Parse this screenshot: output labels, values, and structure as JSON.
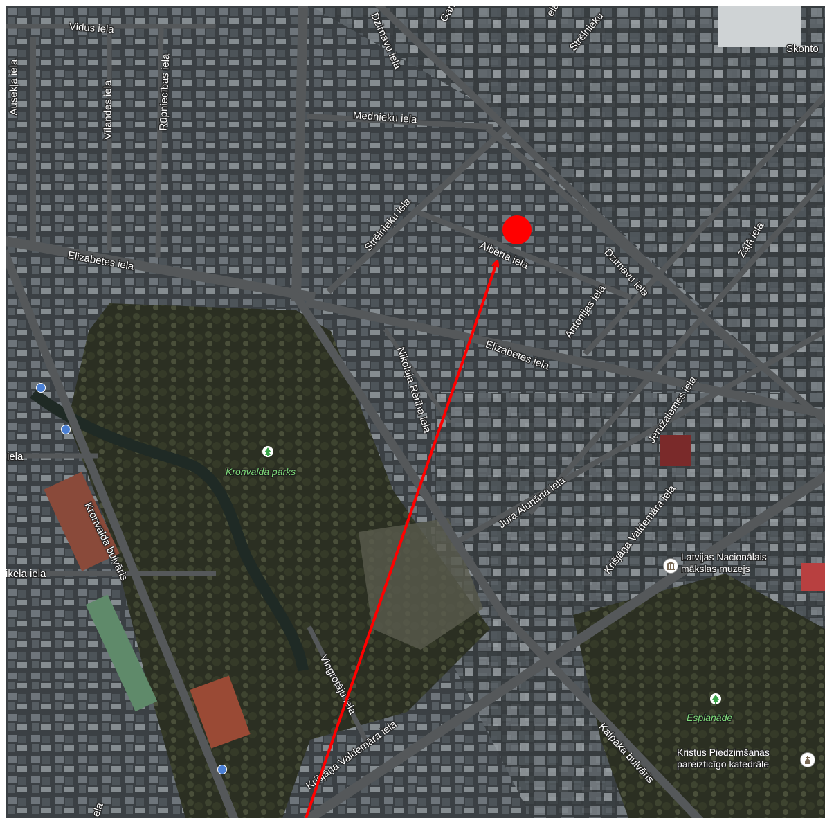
{
  "map": {
    "streets": {
      "vidus": "Vidus iela",
      "ausekla": "Ausekļa iela",
      "vilandes": "Vīlandes iela",
      "rupniecibas": "Rūpniecības iela",
      "dzirnavu_top": "Dzirnavu iela",
      "gan_partial": "Gan",
      "ela_partial": "ela",
      "strelnieku_top": "Strēlnieku",
      "skonto_partial": "Skonto",
      "mednieku": "Mednieku iela",
      "strelnieku": "Strēlnieku iela",
      "alberta": "Alberta iela",
      "dzirnavu": "Dzirnavu iela",
      "zala": "Zaļā iela",
      "antonijas": "Antonijas iela",
      "elizabetes_left": "Elizabetes iela",
      "elizabetes_right": "Elizabetes iela",
      "nikolaja_reriha": "Nikolaja Rēriha iela",
      "jeruzalemes": "Jeruzalemes iela",
      "jura_alunana": "Jura Alunāna iela",
      "krisjana_valdemara_right": "Krišjāņa Valdemāra iela",
      "krisjana_valdemara_bottom": "Krišjāņa Valdemāra iela",
      "kronvalda_bulvaris": "Kronvalda bulvāris",
      "iela_left": "iela",
      "ikela_left": "ikela iela",
      "vingrotaju": "Vingrotāju iela",
      "kalpaka": "Kalpaka bulvāris",
      "ela_bottom_left": "ela"
    },
    "parks": {
      "kronvalda": "Kronvalda parks",
      "esplanade": "Esplanāde"
    },
    "pois": {
      "museum_line1": "Latvijas Nacionālais",
      "museum_line2": "mākslas muzejs",
      "cathedral_line1": "Kristus Piedzimšanas",
      "cathedral_line2": "pareizticīgo katedrāle"
    },
    "icons": [
      "tree-icon",
      "museum-icon",
      "church-icon",
      "bus-stop-icon"
    ],
    "colors": {
      "marker": "#ff0000",
      "arrow": "#ff0000",
      "park_label": "#7fdc7a"
    }
  }
}
